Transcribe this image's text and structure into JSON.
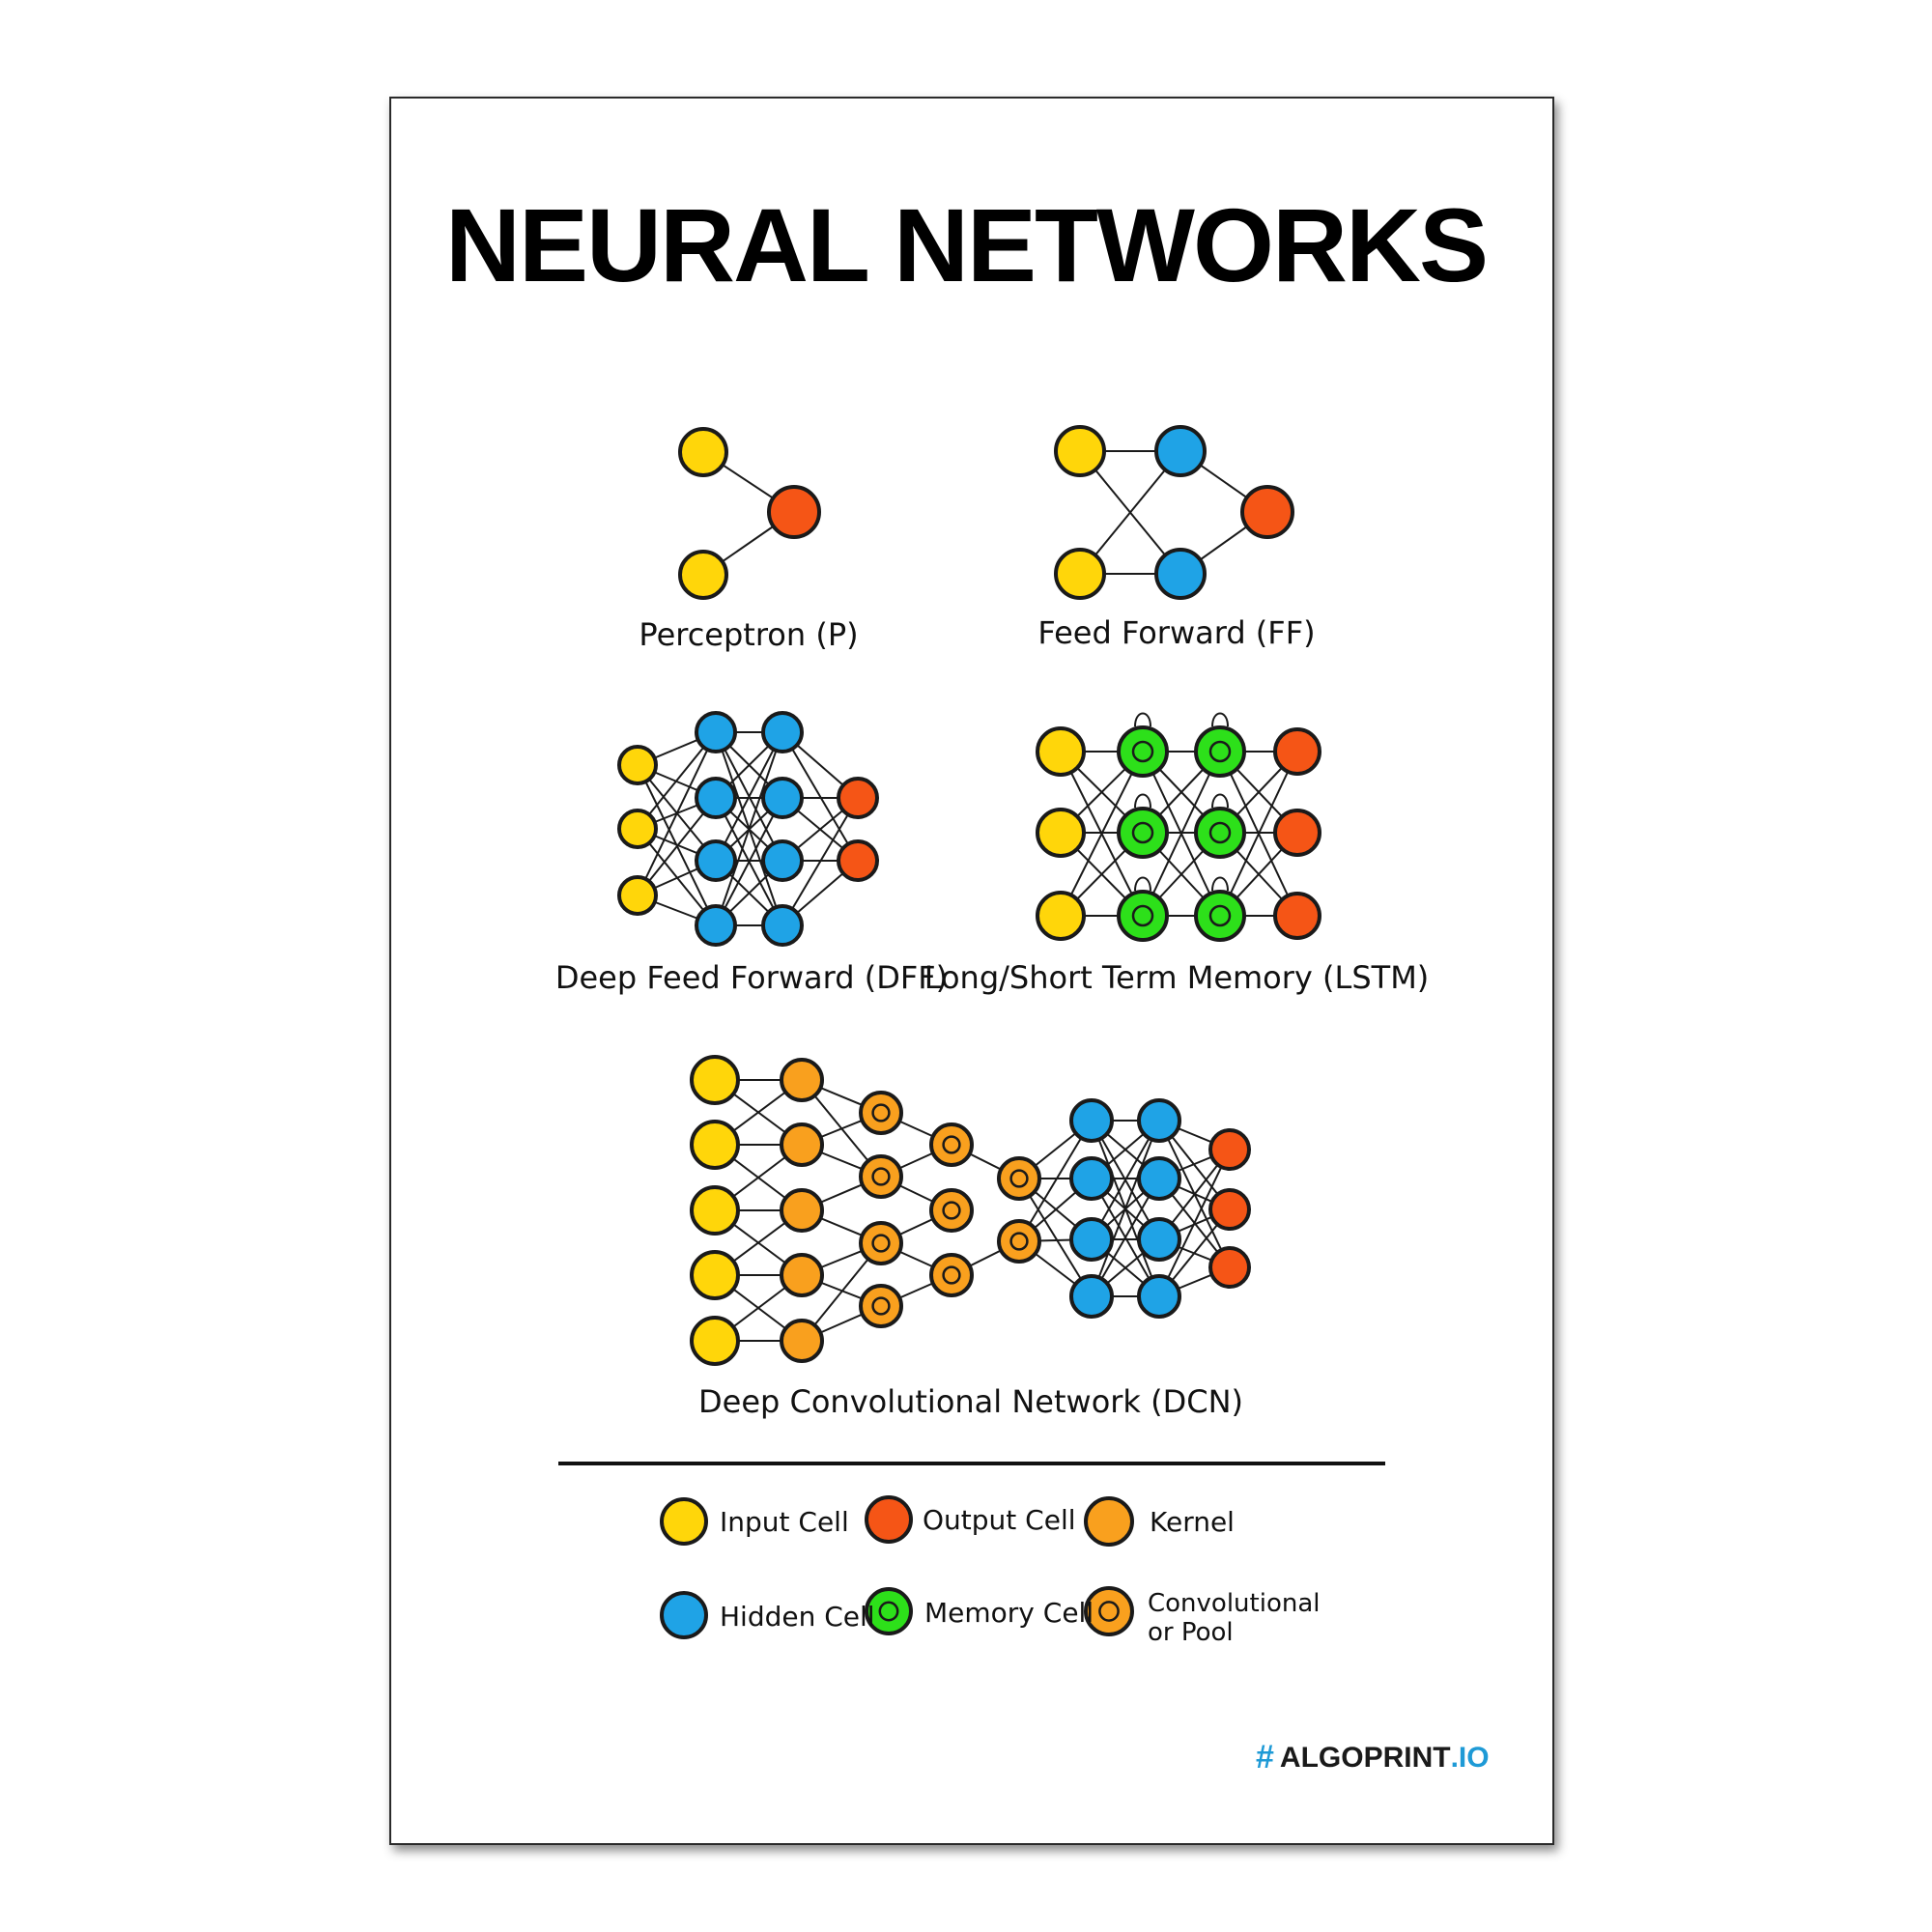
{
  "title": "NEURAL NETWORKS",
  "colors": {
    "input": "#ffd60a",
    "output": "#f55516",
    "hidden": "#1fa3e6",
    "memory": "#2de01a",
    "kernel": "#f9a01e",
    "outline": "#1a1a1a"
  },
  "networks": {
    "perceptron": {
      "label": "Perceptron (P)"
    },
    "ff": {
      "label": "Feed Forward (FF)"
    },
    "dff": {
      "label": "Deep Feed Forward (DFF)"
    },
    "lstm": {
      "label": "Long/Short Term Memory (LSTM)"
    },
    "dcn": {
      "label": "Deep Convolutional Network (DCN)"
    }
  },
  "legend": {
    "input": "Input Cell",
    "output": "Output Cell",
    "kernel": "Kernel",
    "hidden": "Hidden Cell",
    "memory": "Memory Cell",
    "conv_line1": "Convolutional",
    "conv_line2": "or Pool"
  },
  "brand": {
    "icon": "hash-grid-icon",
    "part1": "ALGOPRINT",
    "part2": ".IO"
  }
}
